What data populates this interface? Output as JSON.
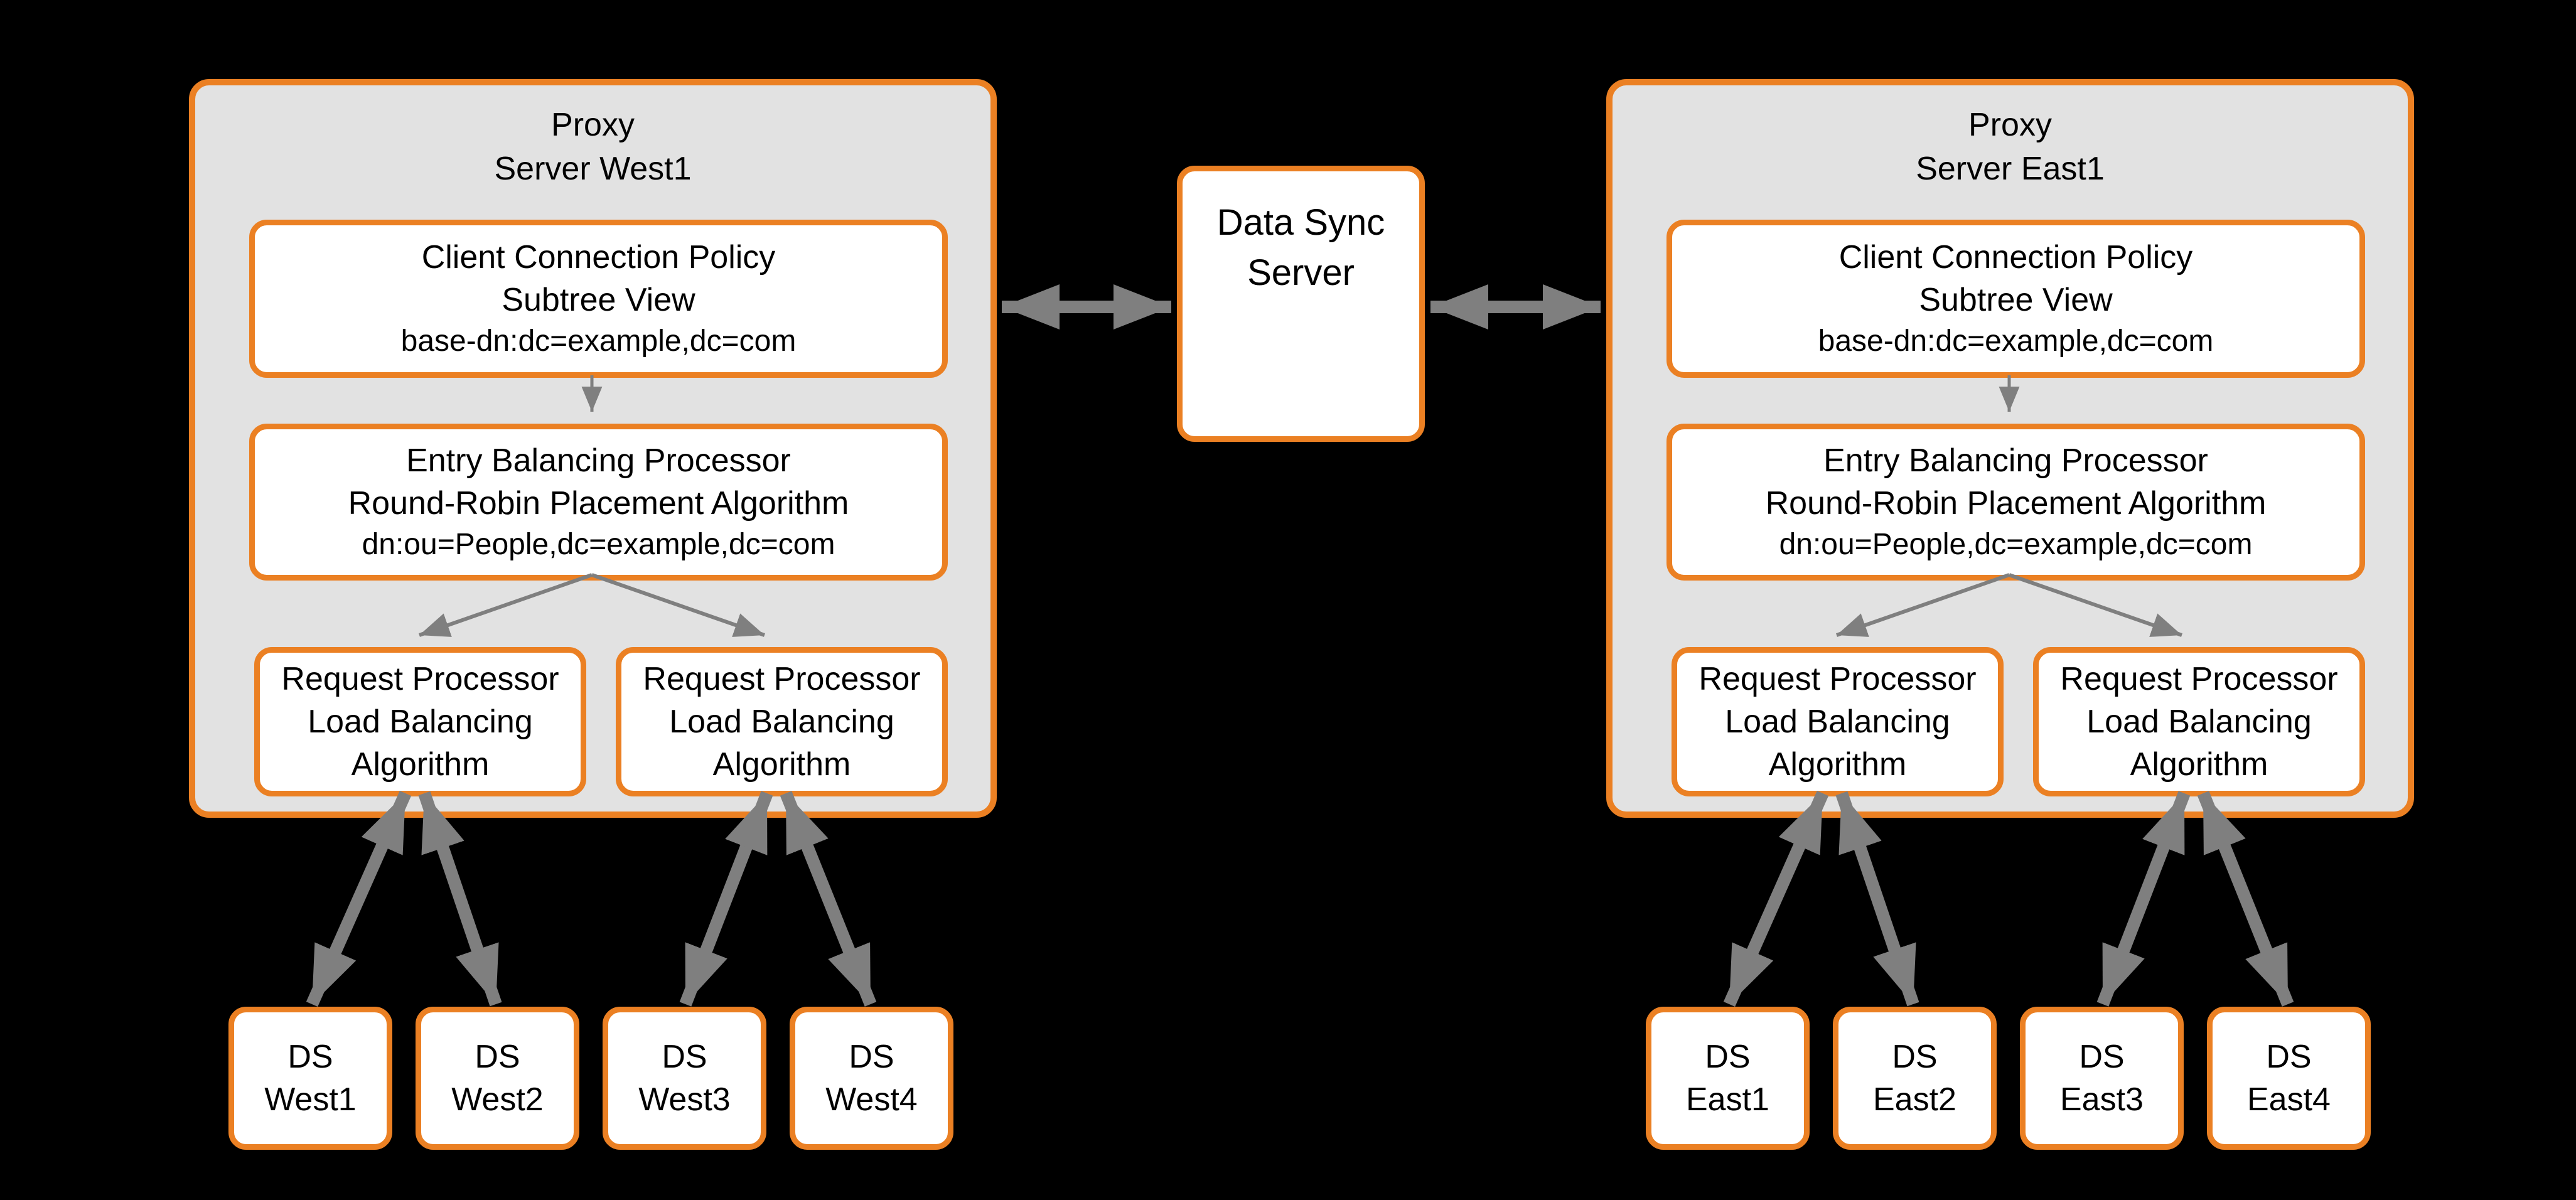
{
  "colors": {
    "background": "#000000",
    "box_border_orange": "#EB8023",
    "proxy_fill_gray": "#E2E2E2",
    "inner_box_fill": "#FFFFFF",
    "arrow_gray": "#7F7F7F",
    "text": "#000000"
  },
  "proxy_west": {
    "title": [
      "Proxy",
      "Server West1"
    ],
    "client_connection_policy": [
      "Client Connection Policy",
      "Subtree View",
      "base-dn:dc=example,dc=com"
    ],
    "entry_balancing_processor": [
      "Entry Balancing Processor",
      "Round-Robin Placement Algorithm",
      "dn:ou=People,dc=example,dc=com"
    ],
    "request_processors": [
      [
        "Request Processor",
        "Load Balancing",
        "Algorithm"
      ],
      [
        "Request Processor",
        "Load Balancing",
        "Algorithm"
      ]
    ]
  },
  "proxy_east": {
    "title": [
      "Proxy",
      "Server East1"
    ],
    "client_connection_policy": [
      "Client Connection Policy",
      "Subtree View",
      "base-dn:dc=example,dc=com"
    ],
    "entry_balancing_processor": [
      "Entry Balancing Processor",
      "Round-Robin Placement Algorithm",
      "dn:ou=People,dc=example,dc=com"
    ],
    "request_processors": [
      [
        "Request Processor",
        "Load Balancing",
        "Algorithm"
      ],
      [
        "Request Processor",
        "Load Balancing",
        "Algorithm"
      ]
    ]
  },
  "data_sync_server": [
    "Data Sync",
    "Server"
  ],
  "ds_west": [
    [
      "DS",
      "West1"
    ],
    [
      "DS",
      "West2"
    ],
    [
      "DS",
      "West3"
    ],
    [
      "DS",
      "West4"
    ]
  ],
  "ds_east": [
    [
      "DS",
      "East1"
    ],
    [
      "DS",
      "East2"
    ],
    [
      "DS",
      "East3"
    ],
    [
      "DS",
      "East4"
    ]
  ]
}
